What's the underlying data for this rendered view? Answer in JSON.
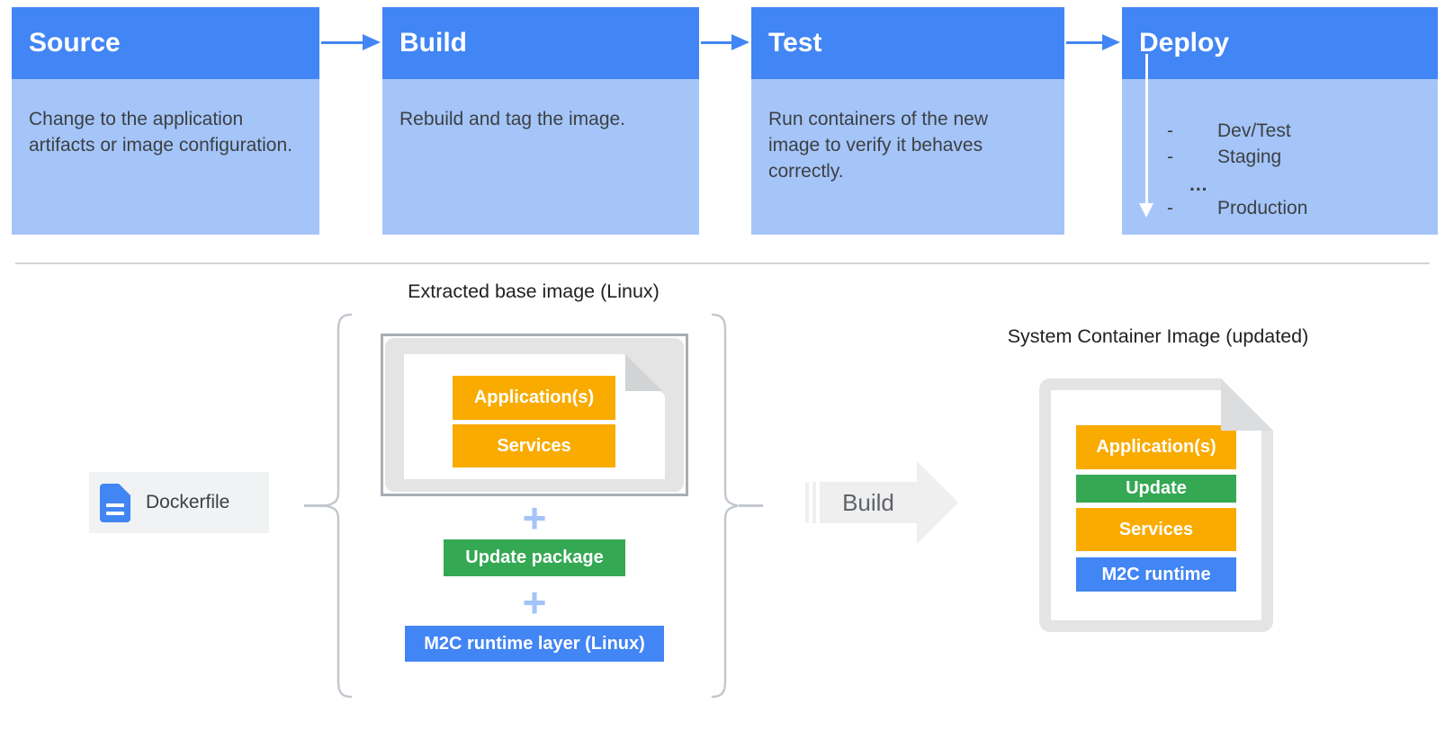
{
  "pipeline": {
    "stages": [
      {
        "title": "Source",
        "description": "Change to the application artifacts or image configuration."
      },
      {
        "title": "Build",
        "description": "Rebuild and tag the image."
      },
      {
        "title": "Test",
        "description": "Run containers of the new image to verify it behaves correctly."
      },
      {
        "title": "Deploy",
        "targets": [
          {
            "bullet": "-",
            "label": "Dev/Test"
          },
          {
            "bullet": "-",
            "label": "Staging"
          },
          {
            "bullet": "",
            "label": "..."
          },
          {
            "bullet": "-",
            "label": "Production"
          }
        ]
      }
    ]
  },
  "build_flow": {
    "dockerfile_label": "Dockerfile",
    "extracted_base_title": "Extracted base image (Linux)",
    "base_image_layers": [
      {
        "label": "Application(s)",
        "color": "#F9AB00"
      },
      {
        "label": "Services",
        "color": "#F9AB00"
      }
    ],
    "plus_sign": "+",
    "update_package_label": "Update package",
    "runtime_layer_label": "M2C runtime layer (Linux)",
    "build_arrow_label": "Build",
    "result_title": "System Container Image (updated)",
    "result_layers": [
      {
        "label": "Application(s)",
        "color": "#F9AB00"
      },
      {
        "label": "Update",
        "color": "#34A853"
      },
      {
        "label": "Services",
        "color": "#F9AB00"
      },
      {
        "label": "M2C runtime",
        "color": "#4285F4"
      }
    ]
  },
  "colors": {
    "stage_header_blue": "#4285F4",
    "stage_body_blue": "#A5C5F9",
    "accent_yellow": "#F9AB00",
    "accent_green": "#34A853",
    "accent_blue": "#4285F4",
    "plus_blue": "#A3C4F8",
    "arrow_gray": "#EFEFEF",
    "text_dark": "#3C4043"
  }
}
